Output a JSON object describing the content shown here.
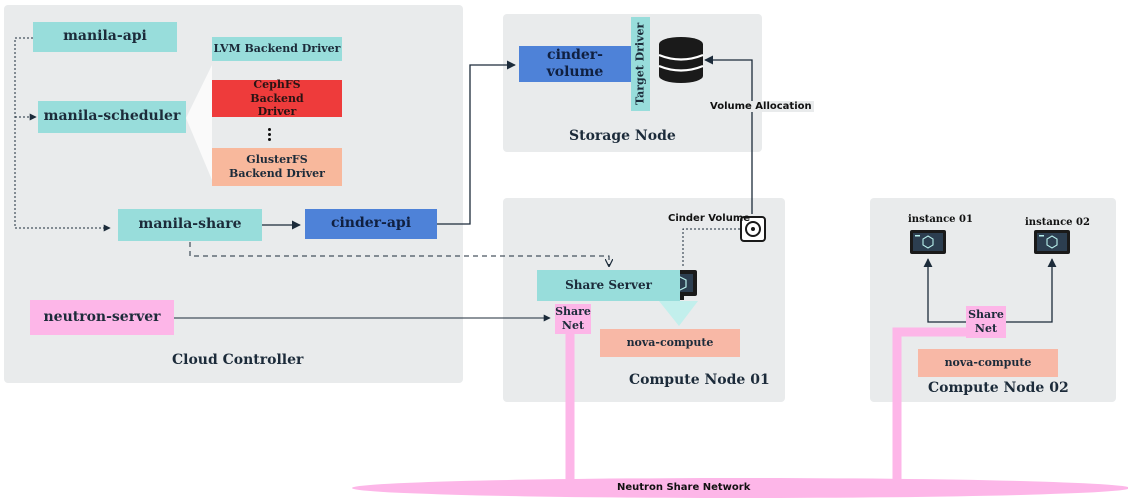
{
  "panels": {
    "cloud_controller": "Cloud Controller",
    "storage_node": "Storage Node",
    "compute_node_01": "Compute Node 01",
    "compute_node_02": "Compute Node 02"
  },
  "components": {
    "manila_api": "manila-api",
    "manila_scheduler": "manila-scheduler",
    "manila_share": "manila-share",
    "neutron_server": "neutron-server",
    "cinder_api": "cinder-api",
    "cinder_volume": "cinder-volume",
    "target_driver": "Target Driver",
    "share_server": "Share Server",
    "nova_compute_1": "nova-compute",
    "nova_compute_2": "nova-compute",
    "share_net_1": "Share Net",
    "share_net_2": "Share Net",
    "instance_01": "instance 01",
    "instance_02": "instance 02"
  },
  "drivers": {
    "lvm": "LVM Backend Driver",
    "cephfs": "CephFS Backend Driver",
    "glusterfs": "GlusterFS Backend Driver"
  },
  "labels": {
    "volume_allocation": "Volume Allocation",
    "cinder_volume": "Cinder Volume",
    "neutron_share_network": "Neutron Share Network"
  },
  "icons": [
    "database-icon",
    "disk-icon",
    "monitor-icon",
    "instance-icon",
    "ellipsis-icon"
  ],
  "colors": {
    "panel": "#e9ebec",
    "teal": "#98dddb",
    "red": "#ee3b3b",
    "salmon": "#f8b89c",
    "blue": "#4e82d8",
    "pink": "#fdb6e8",
    "line": "#1c2b3a"
  }
}
